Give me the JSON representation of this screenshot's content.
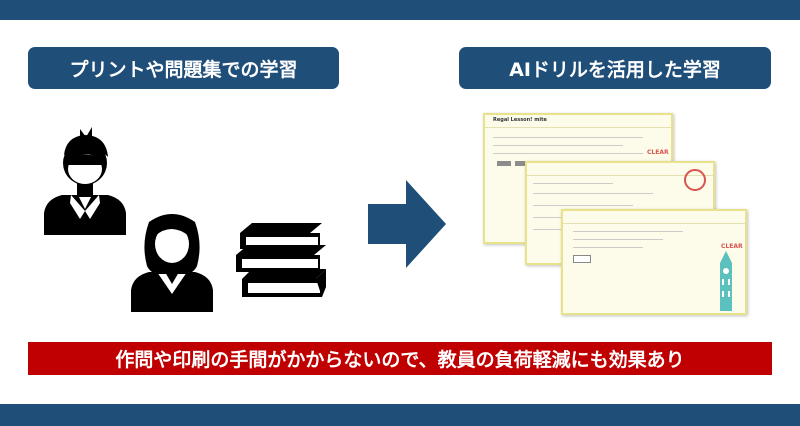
{
  "left_label": "プリントや問題集での学習",
  "right_label": "AIドリルを活用した学習",
  "banner_text": "作問や印刷の手間がかからないので、教員の負荷軽減にも効果あり",
  "colors": {
    "navy": "#1f4e79",
    "red": "#c00000",
    "arrow": "#1f4e79"
  },
  "icons": [
    "boy-person-icon",
    "girl-person-icon",
    "books-stack-icon",
    "right-arrow-icon"
  ],
  "screens": {
    "brand": "Regal Lesson! mite",
    "clear_badge": "CLEAR"
  }
}
